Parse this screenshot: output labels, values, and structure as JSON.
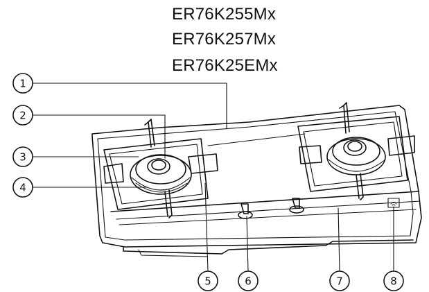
{
  "models": [
    "ER76K255Mx",
    "ER76K257Mx",
    "ER76K25EMx"
  ],
  "callouts": [
    {
      "id": 1,
      "label": "1"
    },
    {
      "id": 2,
      "label": "2"
    },
    {
      "id": 3,
      "label": "3"
    },
    {
      "id": 4,
      "label": "4"
    },
    {
      "id": 5,
      "label": "5"
    },
    {
      "id": 6,
      "label": "6"
    },
    {
      "id": 7,
      "label": "7"
    },
    {
      "id": 8,
      "label": "8"
    }
  ],
  "colors": {
    "stroke": "#111111",
    "background": "#ffffff"
  }
}
